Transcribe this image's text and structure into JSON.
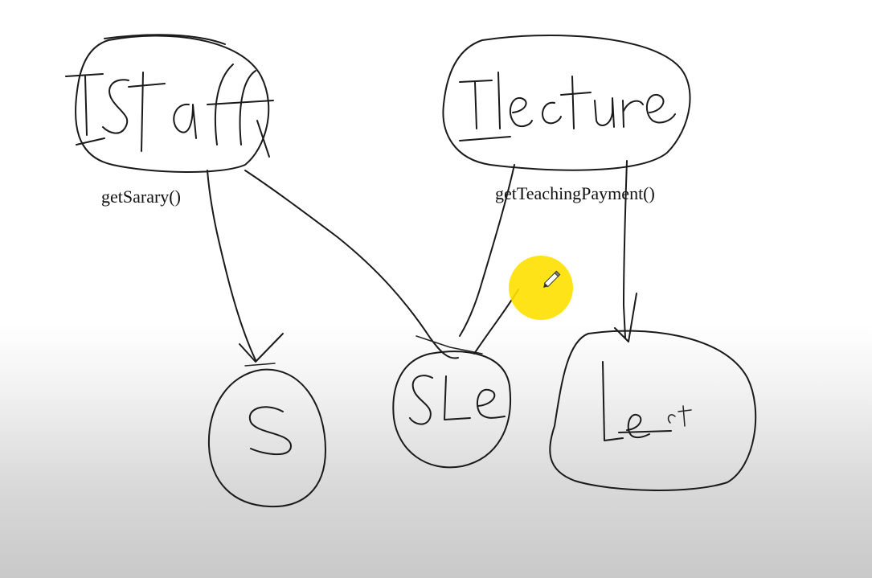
{
  "labels": {
    "staff_method": "getSarary()",
    "lecture_method": "getTeachingPayment()"
  },
  "nodes": {
    "staff": "IStaff",
    "lecture": "ILecture",
    "s": "S",
    "sle": "SLe",
    "lect": "Lect"
  },
  "colors": {
    "ink": "#1a1a1a",
    "cursor_highlight": "#ffe000",
    "background_top": "#ffffff",
    "background_bottom": "#c9c9c9"
  },
  "cursor": {
    "icon": "pencil-icon"
  }
}
